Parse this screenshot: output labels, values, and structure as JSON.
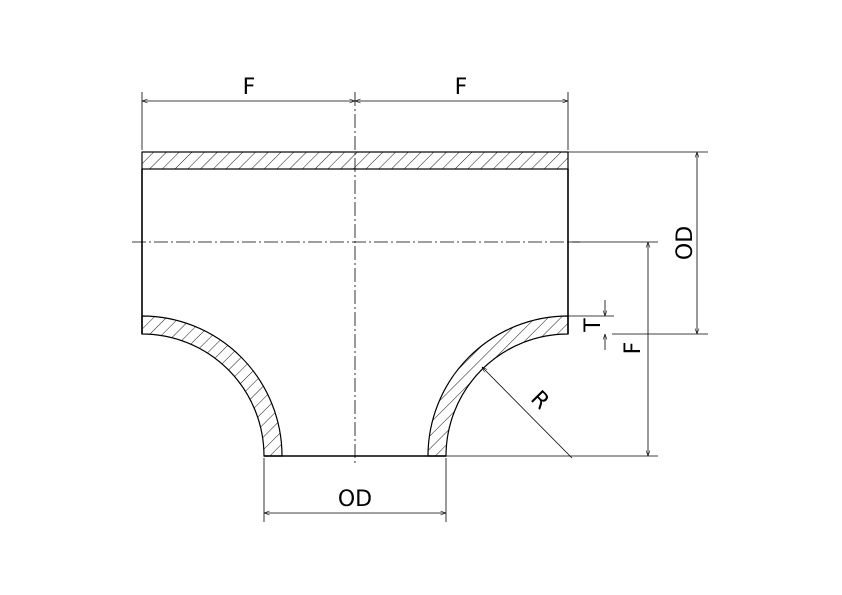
{
  "drawing": {
    "top_left_label": "F",
    "top_right_label": "F",
    "right_od_label": "OD",
    "right_t_label": "T",
    "right_f_label": "F",
    "radius_label": "R",
    "bottom_od_label": "OD"
  }
}
